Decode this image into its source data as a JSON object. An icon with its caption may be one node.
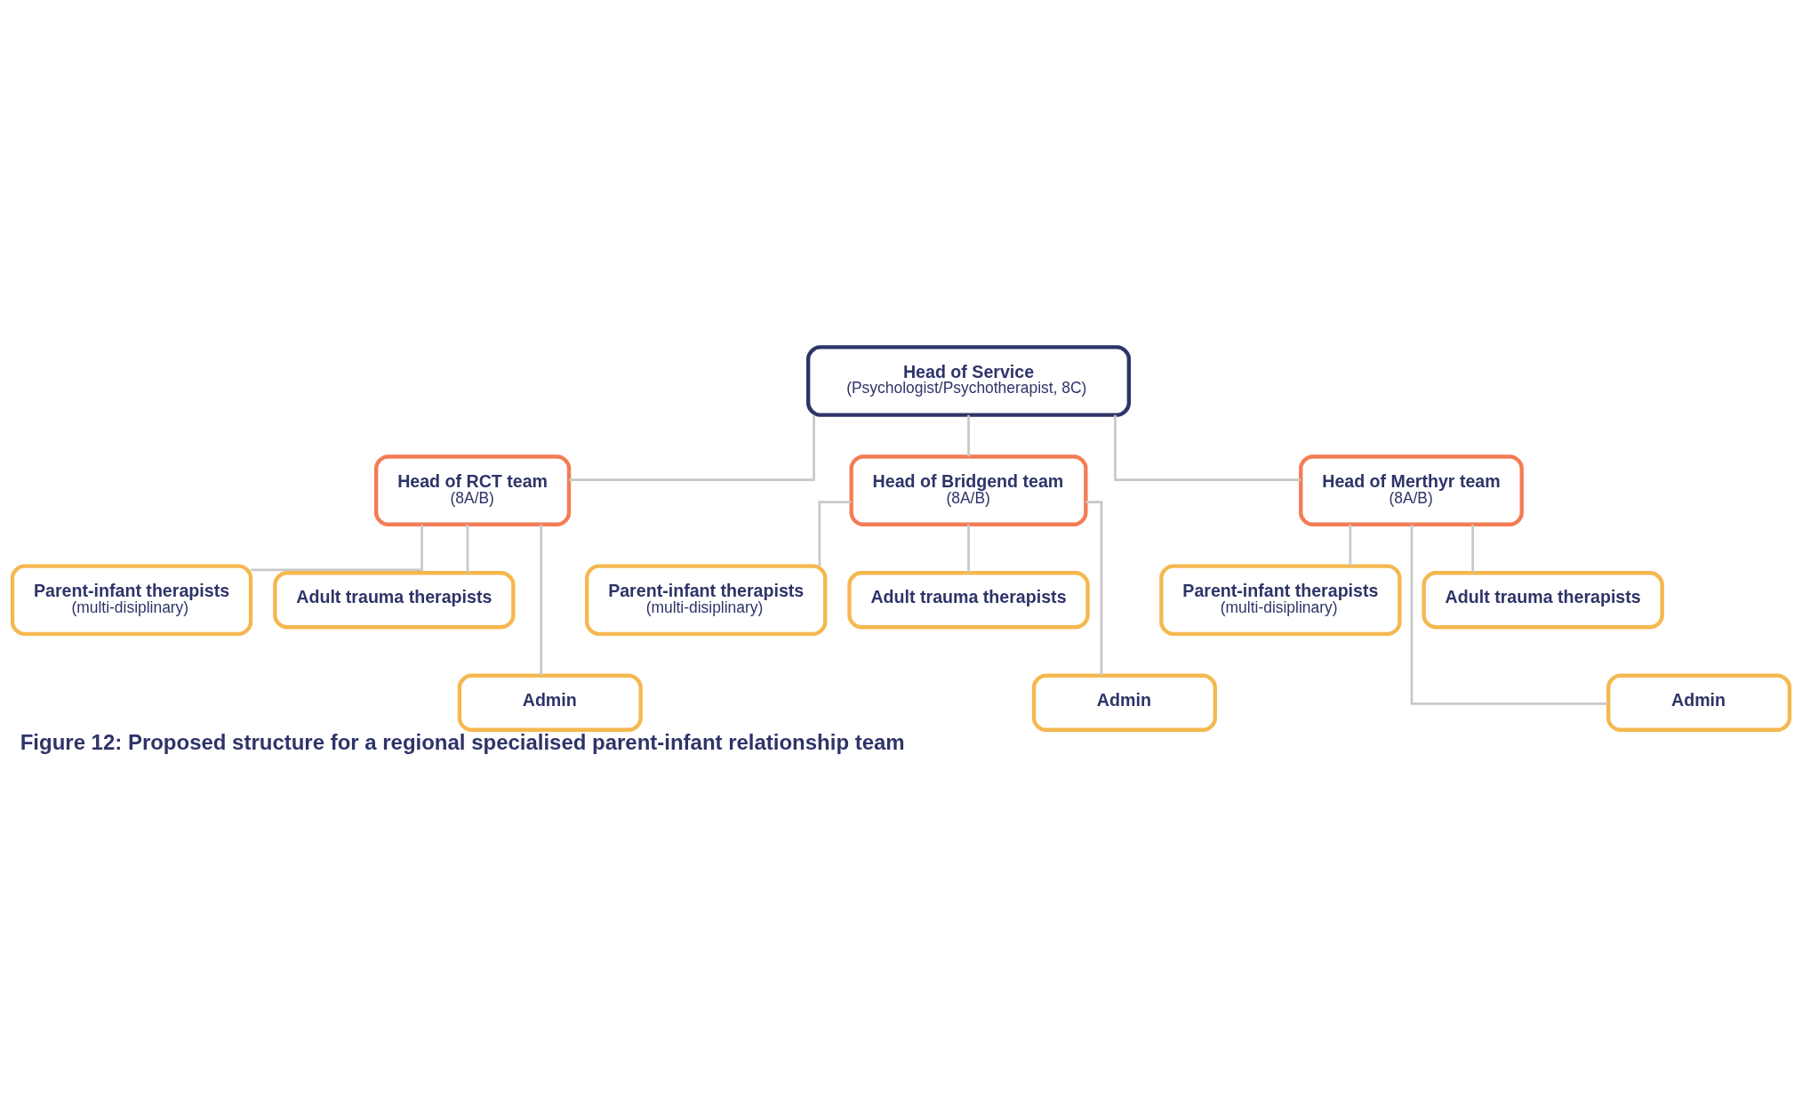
{
  "diagram": {
    "caption": "Figure 12: Proposed structure for a regional specialised parent-infant relationship team",
    "nodes": [
      {
        "text": [
          "Head of Service",
          "(Psychologist/Psychotherapist, 8C)"
        ]
      },
      {
        "text": [
          "Head of RCT team",
          "(8A/B)"
        ]
      },
      {
        "text": [
          "Head of Bridgend team",
          "(8A/B)"
        ]
      },
      {
        "text": [
          "Head of Merthyr team",
          "(8A/B)"
        ]
      },
      {
        "text": [
          "Parent-infant therapists",
          "(multi-disiplinary)"
        ]
      },
      {
        "text": [
          "Adult trauma therapists"
        ]
      },
      {
        "text": [
          "Parent-infant therapists",
          "(multi-disiplinary)"
        ]
      },
      {
        "text": [
          "Adult trauma therapists"
        ]
      },
      {
        "text": [
          "Parent-infant therapists",
          "(multi-disiplinary)"
        ]
      },
      {
        "text": [
          "Adult trauma therapists"
        ]
      },
      {
        "text": [
          "Admin"
        ]
      },
      {
        "text": [
          "Admin"
        ]
      },
      {
        "text": [
          "Admin"
        ]
      }
    ],
    "edges": [
      {
        "from": 0,
        "to": 1,
        "arrow": "none"
      },
      {
        "from": 0,
        "to": 2,
        "arrow": "none"
      },
      {
        "from": 0,
        "to": 3,
        "arrow": "none"
      },
      {
        "from": 1,
        "to": 4,
        "arrow": "none"
      },
      {
        "from": 1,
        "to": 5,
        "arrow": "none"
      },
      {
        "from": 1,
        "to": 10,
        "arrow": "none"
      },
      {
        "from": 2,
        "to": 6,
        "arrow": "none"
      },
      {
        "from": 2,
        "to": 7,
        "arrow": "none"
      },
      {
        "from": 2,
        "to": 11,
        "arrow": "none"
      },
      {
        "from": 3,
        "to": 8,
        "arrow": "none"
      },
      {
        "from": 3,
        "to": 9,
        "arrow": "none"
      },
      {
        "from": 3,
        "to": 12,
        "arrow": "none"
      }
    ]
  }
}
